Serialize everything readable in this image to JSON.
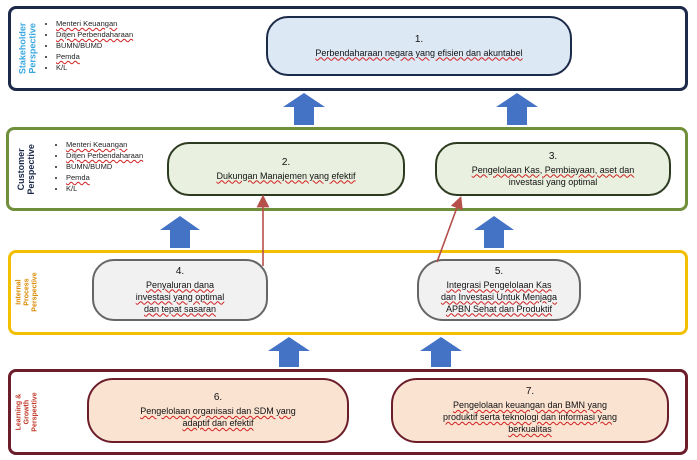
{
  "perspectives": {
    "stakeholder": "Stakeholder Perspective",
    "customer": "Customer Perspective",
    "internal": "Internal Process Perspective",
    "learning": "Learning & Growth Perspective"
  },
  "stakeholders": [
    "Menteri Keuangan",
    "Ditjen Perbendaharaan",
    "BUMN/BUMD",
    "Pemda",
    "K/L"
  ],
  "objectives": {
    "o1": {
      "num": "1.",
      "line1": "Perbendaharaan negara yang efisien dan akuntabel"
    },
    "o2": {
      "num": "2.",
      "line1": "Dukungan Manajemen yang efektif"
    },
    "o3": {
      "num": "3.",
      "line1": "Pengelolaan Kas, Pembiayaan, aset dan",
      "line2": "investasi yang optimal"
    },
    "o4": {
      "num": "4.",
      "line1": "Penyaluran dana",
      "line2": "investasi yang optimal",
      "line3": "dan tepat sasaran"
    },
    "o5": {
      "num": "5.",
      "line1": "Integrasi Pengelolaan Kas",
      "line2": "dan Investasi Untuk Menjaga",
      "line3": "APBN Sehat dan Produktif"
    },
    "o6": {
      "num": "6.",
      "line1": "Pengelolaan organisasi dan SDM yang",
      "line2": "adaptif dan  efektif"
    },
    "o7": {
      "num": "7.",
      "line1": "Pengelolaan keuangan dan BMN yang",
      "line2": "produktif serta teknologi dan informasi yang",
      "line3": "berkualitas"
    }
  },
  "colors": {
    "arrow_fill": "#4472c4",
    "link_line": "#b5504a"
  }
}
